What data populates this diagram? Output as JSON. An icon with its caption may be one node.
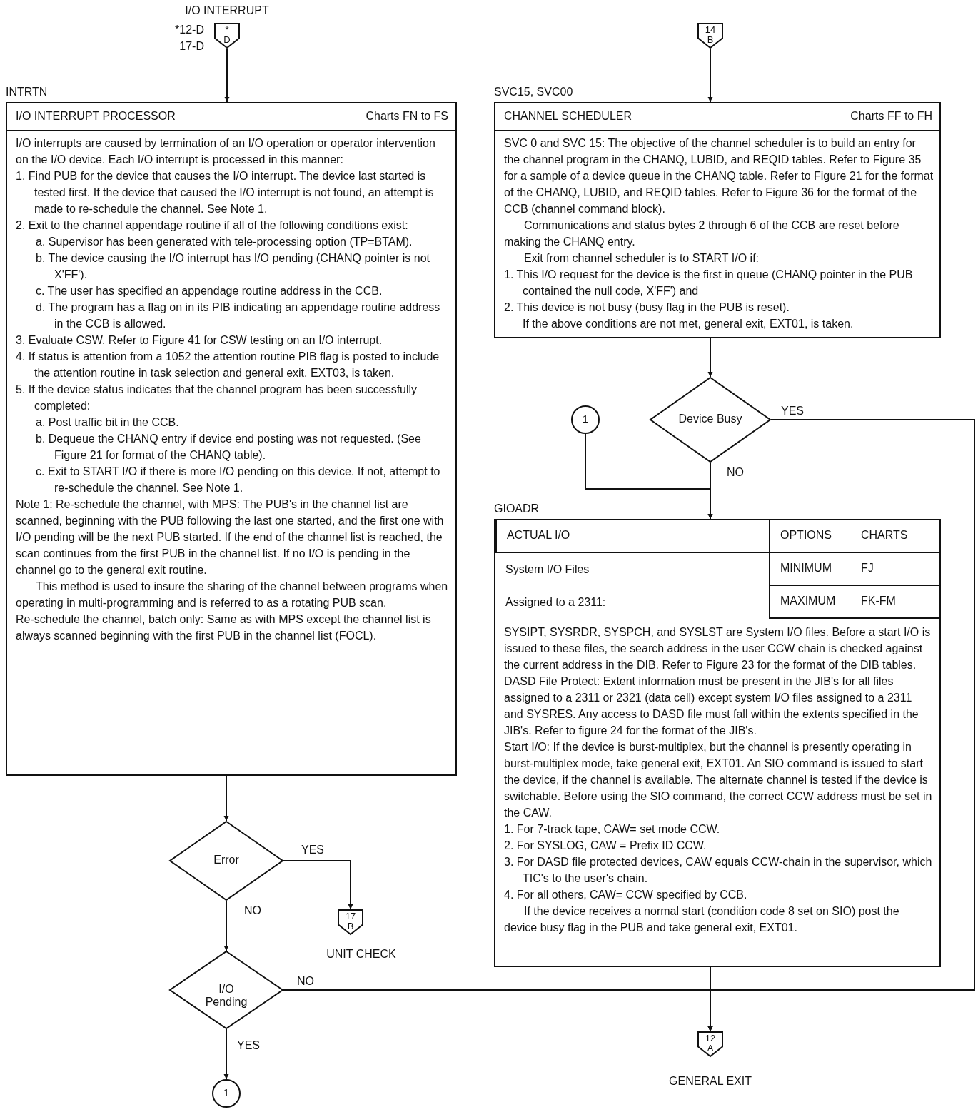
{
  "diagram": {
    "nodes": [
      {
        "text": [
          "*",
          "D"
        ],
        "beside": [
          "I/O INTERRUPT",
          "*12-D",
          "17-D"
        ]
      },
      {
        "text": [
          "INTRTN",
          "I/O INTERRUPT PROCESSOR",
          "Charts FN to FS",
          "I/O interrupts are caused by termination of an I/O operation or operator intervention on the I/O device. Each I/O interrupt is processed in this manner:",
          "1. Find PUB for the device that causes the I/O interrupt. The device last started is tested first. If the device that caused the I/O interrupt is not found, an attempt is made to re-schedule the channel. See Note 1.",
          "2. Exit to the channel appendage routine if all of the following conditions exist:",
          "a. Supervisor has been generated with tele-processing option (TP=BTAM).",
          "b. The device causing the I/O interrupt has I/O pending (CHANQ pointer is not X'FF').",
          "c. The user has specified an appendage routine address in the CCB.",
          "d. The program has a flag on in its PIB indicating an appendage routine address in the CCB is allowed.",
          "3. Evaluate CSW. Refer to Figure 41 for CSW testing on an I/O interrupt.",
          "4. If status is attention from a 1052 the attention routine PIB flag is posted to include the attention routine in task selection and general exit, EXT03, is taken.",
          "5. If the device status indicates that the channel program has been successfully completed:",
          "a. Post traffic bit in the CCB.",
          "b. Dequeue the CHANQ entry if device end posting was not requested. (See Figure 21 for format of the CHANQ table).",
          "c. Exit to START I/O if there is more I/O pending on this device. If not, attempt to re-schedule the channel. See Note 1.",
          "Note 1: Re-schedule the channel, with MPS: The PUB's in the channel list are scanned, beginning with the PUB following the last one started, and the first one with I/O pending will be the next PUB started. If the end of the channel list is reached, the scan continues from the first PUB in the channel list. If no I/O is pending in the channel go to the general exit routine.",
          "This method is used to insure the sharing of the channel between programs when operating in multi-programming and is referred to as a rotating PUB scan.",
          "Re-schedule the channel, batch only: Same as with MPS except the channel list is always scanned beginning with the first PUB in the channel list (FOCL)."
        ]
      },
      {
        "text": [
          "14",
          "B"
        ]
      },
      {
        "text": [
          "SVC15, SVC00",
          "CHANNEL SCHEDULER",
          "Charts FF to FH",
          "SVC 0 and SVC 15: The objective of the channel scheduler is to build an entry for the channel program in the CHANQ, LUBID, and REQID tables. Refer to Figure 35 for a sample of a device queue in the CHANQ table. Refer to Figure 21 for the format of the CHANQ, LUBID, and REQID tables. Refer to Figure 36 for the format of the CCB (channel command block).",
          "Communications and status bytes 2 through 6 of the CCB are reset before making the CHANQ entry.",
          "Exit from channel scheduler is to START I/O if:",
          "1. This I/O request for the device is the first in queue (CHANQ pointer in the PUB contained the null code, X'FF') and",
          "2. This device is not busy (busy flag in the PUB is reset).",
          "If the above conditions are not met, general exit, EXT01, is taken."
        ]
      },
      {
        "text": [
          "Device Busy"
        ]
      },
      {
        "text": [
          "1"
        ]
      },
      {
        "text": [
          "GIOADR",
          "ACTUAL I/O",
          "OPTIONS",
          "CHARTS",
          "System I/O Files",
          "MINIMUM",
          "FJ",
          "Assigned to a 2311:",
          "MAXIMUM",
          "FK-FM",
          "SYSIPT, SYSRDR, SYSPCH, and SYSLST are System I/O files. Before a start I/O is issued to these files, the search address in the user CCW chain is checked against the current address in the DIB. Refer to Figure 23 for the format of the DIB tables.",
          "DASD File Protect: Extent information must be present in the JIB's for all files assigned to a 2311 or 2321 (data cell) except system I/O files assigned to a 2311 and SYSRES. Any access to DASD file must fall within the extents specified in the JIB's. Refer to figure 24 for the format of the JIB's.",
          "Start I/O: If the device is burst-multiplex, but the channel is presently operating in burst-multiplex mode, take general exit, EXT01. An SIO command is issued to start the device, if the channel is available. The alternate channel is tested if the device is switchable. Before using the SIO command, the correct CCW address must be set in the CAW.",
          "1. For 7-track tape, CAW= set mode CCW.",
          "2. For SYSLOG, CAW = Prefix ID CCW.",
          "3. For DASD file protected devices, CAW equals CCW-chain in the supervisor, which TIC's to the user's chain.",
          "4. For all others, CAW= CCW specified by CCB.",
          "If the device receives a normal start (condition code 8 set on SIO) post the device busy flag in the PUB and take general exit, EXT01."
        ]
      },
      {
        "text": [
          "Error"
        ]
      },
      {
        "text": [
          "17",
          "B"
        ],
        "beside": [
          "UNIT CHECK"
        ]
      },
      {
        "text": [
          "I/O Pending"
        ]
      },
      {
        "text": [
          "1"
        ]
      },
      {
        "text": [
          "12",
          "A"
        ],
        "beside": [
          "GENERAL EXIT"
        ]
      }
    ],
    "edges": [
      {
        "from": 0,
        "to": 1,
        "arrow": "to"
      },
      {
        "from": 2,
        "to": 3,
        "arrow": "to"
      },
      {
        "from": 3,
        "to": 4,
        "arrow": "to"
      },
      {
        "from": 4,
        "to": 6,
        "arrow": "to",
        "label": "NO"
      },
      {
        "from": 5,
        "to": 6,
        "arrow": "to"
      },
      {
        "from": 4,
        "to": 11,
        "arrow": "to",
        "label": "YES"
      },
      {
        "from": 6,
        "to": 11,
        "arrow": "to"
      },
      {
        "from": 1,
        "to": 7,
        "arrow": "to"
      },
      {
        "from": 7,
        "to": 8,
        "arrow": "to",
        "label": "YES"
      },
      {
        "from": 7,
        "to": 9,
        "arrow": "to",
        "label": "NO"
      },
      {
        "from": 9,
        "to": 11,
        "arrow": "to",
        "label": "NO"
      },
      {
        "from": 9,
        "to": 10,
        "arrow": "to",
        "label": "YES"
      }
    ]
  }
}
